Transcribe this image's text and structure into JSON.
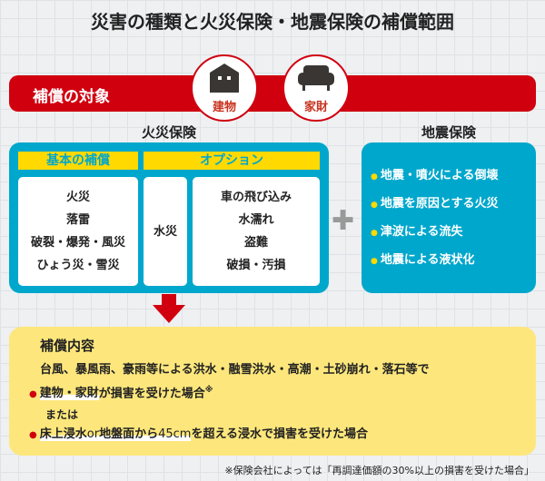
{
  "title": "災害の種類と火災保険・地震保険の補償範囲",
  "target": {
    "label": "補償の対象",
    "items": [
      {
        "label": "建物",
        "icon": "house-icon"
      },
      {
        "label": "家財",
        "icon": "sofa-icon"
      }
    ]
  },
  "fire": {
    "title": "火災保険",
    "basic_header": "基本の補償",
    "option_header": "オプション",
    "basic": [
      "火災",
      "落雷",
      "破裂・爆発・風災",
      "ひょう災・雪災"
    ],
    "water": "水災",
    "options": [
      "車の飛び込み",
      "水濡れ",
      "盗難",
      "破損・汚損"
    ]
  },
  "quake": {
    "title": "地震保険",
    "items": [
      "地震・噴火による倒壊",
      "地震を原因とする火災",
      "津波による流失",
      "地震による液状化"
    ]
  },
  "coverage": {
    "title": "補償内容",
    "line1": "台風、暴風雨、豪雨等による洪水・融雪洪水・高潮・土砂崩れ・落石等で",
    "b1_strong": "建物・家財",
    "b1_rest": "が損害を受けた場合",
    "b1_mark": "※",
    "or": "または",
    "b2_a": "床上浸水",
    "b2_or": "or",
    "b2_b": "地盤面から",
    "b2_num": "45cm",
    "b2_rest": "を超える浸水で損害を受けた場合"
  },
  "footnote": "※保険会社によっては「再調達価額の30%以上の損害を受けた場合」"
}
